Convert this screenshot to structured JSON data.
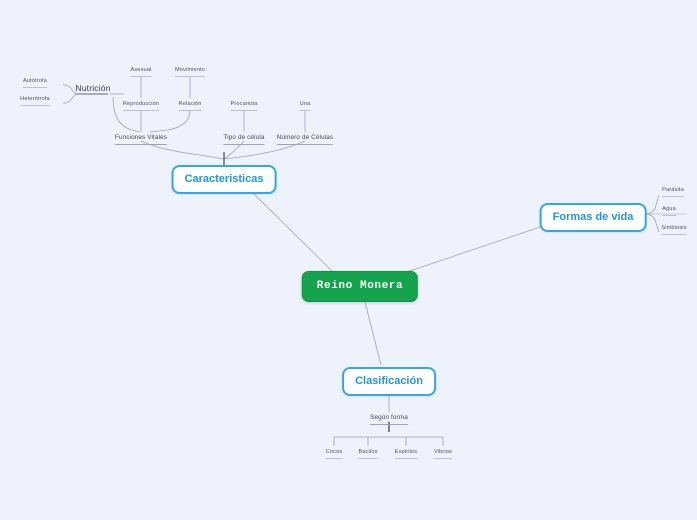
{
  "diagram": {
    "type": "mind-map",
    "title": "Reino Monera",
    "background_color": "#eef2fc",
    "accent_blue": "#2196e3",
    "accent_green": "#14a44d",
    "line_color": "#9aa3bd"
  },
  "root": {
    "label": "Reino Monera"
  },
  "branches": {
    "caracteristicas": {
      "label": "Caracteristicas",
      "groups": [
        {
          "label": "Funciones Vitales",
          "children": [
            {
              "label": "Nutrición",
              "children": [
                {
                  "label": "Autótrofa"
                },
                {
                  "label": "Heterótrofa"
                }
              ]
            },
            {
              "label": "Reproducción",
              "children": [
                {
                  "label": "Asexual"
                }
              ]
            },
            {
              "label": "Relación",
              "children": [
                {
                  "label": "Movimiento"
                }
              ]
            }
          ]
        },
        {
          "label": "Tipo de célula",
          "children": [
            {
              "label": "Procariota"
            }
          ]
        },
        {
          "label": "Número de Células",
          "children": [
            {
              "label": "Una"
            }
          ]
        }
      ]
    },
    "formas_de_vida": {
      "label": "Formas de vida",
      "children": [
        {
          "label": "Parásita"
        },
        {
          "label": "Agua"
        },
        {
          "label": "Simbiosis"
        }
      ]
    },
    "clasificacion": {
      "label": "Clasificación",
      "groups": [
        {
          "label": "Según forma",
          "children": [
            {
              "label": "Cocos"
            },
            {
              "label": "Bacilos"
            },
            {
              "label": "Espirilos"
            },
            {
              "label": "Vibrios"
            }
          ]
        }
      ]
    }
  }
}
